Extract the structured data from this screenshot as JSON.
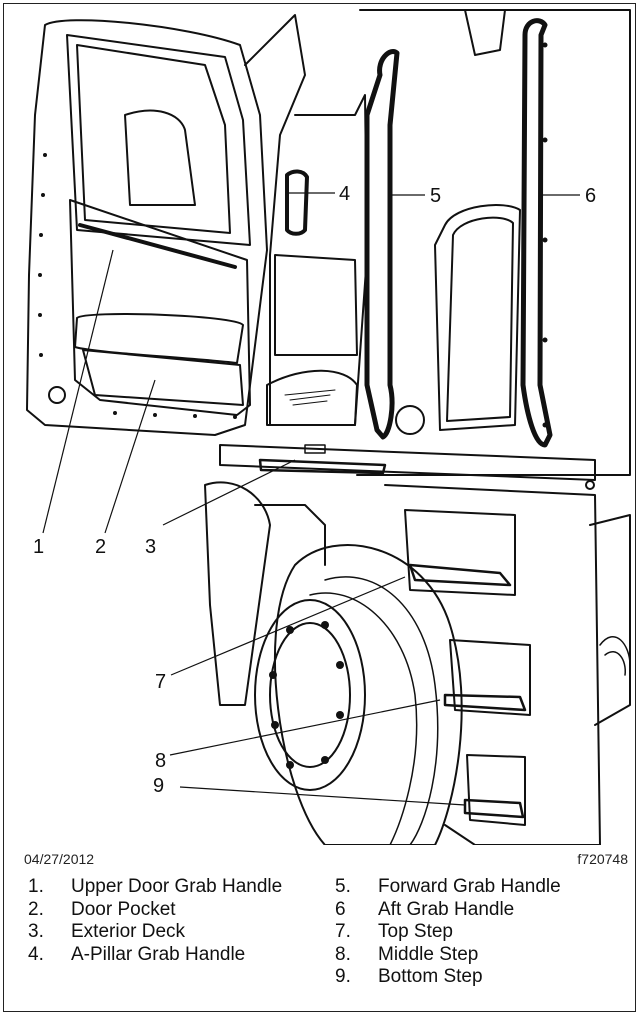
{
  "figure": {
    "date": "04/27/2012",
    "figure_id": "f720748",
    "callouts": [
      "1",
      "2",
      "3",
      "4",
      "5",
      "6",
      "7",
      "8",
      "9"
    ]
  },
  "legend": {
    "left": [
      {
        "num": "1.",
        "label": "Upper Door Grab Handle"
      },
      {
        "num": "2.",
        "label": "Door Pocket"
      },
      {
        "num": "3.",
        "label": "Exterior Deck"
      },
      {
        "num": "4.",
        "label": "A-Pillar Grab Handle"
      }
    ],
    "right": [
      {
        "num": "5.",
        "label": "Forward Grab Handle"
      },
      {
        "num": "6",
        "label": "Aft Grab Handle"
      },
      {
        "num": "7.",
        "label": "Top Step"
      },
      {
        "num": "8.",
        "label": "Middle Step"
      },
      {
        "num": "9.",
        "label": "Bottom Step"
      }
    ]
  }
}
